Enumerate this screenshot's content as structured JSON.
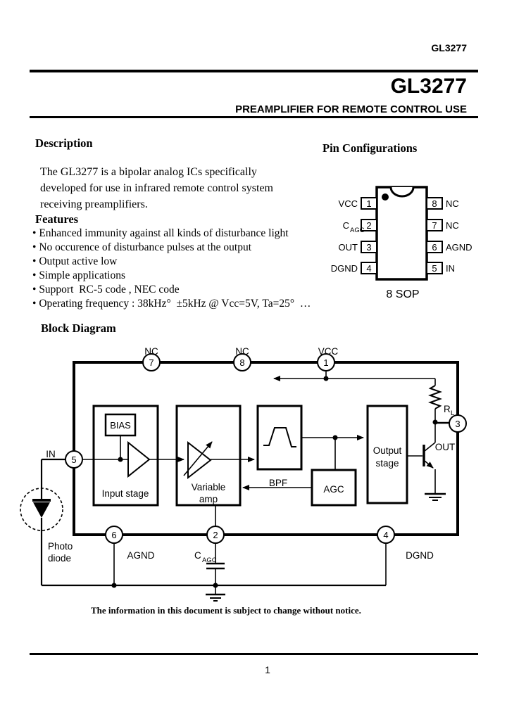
{
  "page": {
    "header_model": "GL3277",
    "title": "GL3277",
    "subtitle": "PREAMPLIFIER FOR REMOTE CONTROL USE",
    "footer_note": "The information in this document is subject to change without notice.",
    "page_number": "1"
  },
  "description": {
    "heading": "Description",
    "lines": [
      "The GL3277 is a bipolar analog ICs specifically",
      "developed for use in infrared remote control system",
      "receiving preamplifiers."
    ]
  },
  "features": {
    "heading": "Features",
    "items": [
      "Enhanced immunity against all kinds of disturbance light",
      "No occurence of disturbance pulses at the output",
      "Output active low",
      "Simple applications",
      "Support  RC-5 code , NEC code",
      "Operating frequency : 38kHz°  ±5kHz @ Vcc=5V, Ta=25°  …"
    ]
  },
  "pin_config": {
    "heading": "Pin Configurations",
    "package_type": "8 SOP",
    "left_pins": [
      {
        "num": "1",
        "label": "VCC"
      },
      {
        "num": "2",
        "label": "C",
        "sub": "AGC"
      },
      {
        "num": "3",
        "label": "OUT"
      },
      {
        "num": "4",
        "label": "DGND"
      }
    ],
    "right_pins": [
      {
        "num": "8",
        "label": "NC"
      },
      {
        "num": "7",
        "label": "NC"
      },
      {
        "num": "6",
        "label": "AGND"
      },
      {
        "num": "5",
        "label": "IN"
      }
    ]
  },
  "block_diagram": {
    "heading": "Block Diagram",
    "pins": {
      "p7": {
        "num": "7",
        "label": "NC"
      },
      "p8": {
        "num": "8",
        "label": "NC"
      },
      "p1": {
        "num": "1",
        "label": "VCC"
      },
      "p5": {
        "num": "5",
        "label": "IN"
      },
      "p6": {
        "num": "6",
        "label": "AGND"
      },
      "p2": {
        "num": "2",
        "label": "C",
        "sub": "AGC"
      },
      "p4": {
        "num": "4",
        "label": "DGND"
      },
      "p3": {
        "num": "3",
        "label": "OUT"
      }
    },
    "blocks": {
      "bias": "BIAS",
      "input_stage": "Input stage",
      "variable_amp_line1": "Variable",
      "variable_amp_line2": "amp",
      "bpf": "BPF",
      "agc": "AGC",
      "output_stage_line1": "Output",
      "output_stage_line2": "stage"
    },
    "labels": {
      "photodiode_line1": "Photo",
      "photodiode_line2": "diode",
      "load_resistor": "R",
      "load_resistor_sub": "L"
    }
  }
}
